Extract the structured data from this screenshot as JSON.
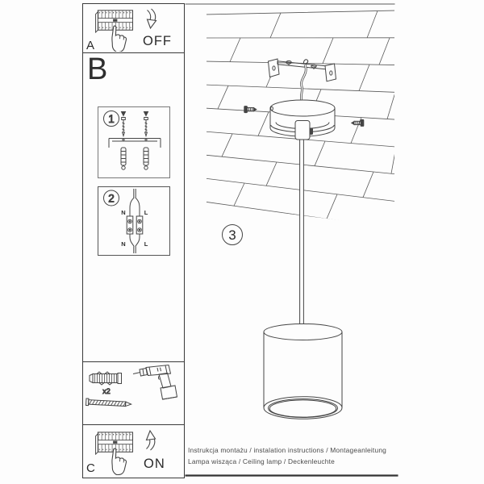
{
  "steps": {
    "a": {
      "label": "A",
      "action": "OFF"
    },
    "b": {
      "label": "B",
      "step1": {
        "number": "1"
      },
      "step2": {
        "number": "2",
        "terminals": {
          "top_left": "N",
          "top_right": "L",
          "bottom_left": "N",
          "bottom_right": "L"
        }
      }
    },
    "c": {
      "label": "C",
      "action": "ON"
    },
    "main": {
      "number": "3"
    }
  },
  "tools": {
    "quantity": "x2"
  },
  "caption": {
    "line1": "Instrukcja montażu / instalation instructions / Montageanleitung",
    "line2": "Lampa wisząca / Ceiling lamp / Deckenleuchte"
  },
  "colors": {
    "line": "#454545",
    "ink": "#222222",
    "caption": "#4a4a4a",
    "background": "#ffffff"
  }
}
